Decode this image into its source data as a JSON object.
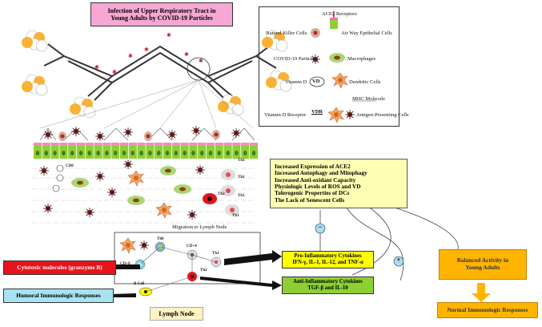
{
  "title_box": {
    "line1": "Infection of Upper Respiratory Tract in",
    "line2": "Young Adults by COVID-19 Particles"
  },
  "legend": {
    "ace2": "ACE2 Receptors",
    "nk": "Natural Killer Cells",
    "airway": "Air Way Epithelial Cells",
    "covid": "COVID-19 Particle",
    "macrophages": "Macrophages",
    "vitd": "Vitamin D",
    "vd_badge": "VD",
    "dendritic": "Dendritic Cells",
    "mhc": "MHC Molecule",
    "vdr_label": "Vitamin D Receptor",
    "vdr_badge": "VDR",
    "apc": "Antigen-Presenting Cells"
  },
  "tissue_labels": {
    "th1_a": "Th1",
    "th1_b": "Th1",
    "th1_c": "Th1",
    "th1_d": "Th1",
    "th2": "Th2",
    "cd8": "CD8",
    "migration": "Migration to Lymph Node"
  },
  "lymph": {
    "th0": "Th0",
    "cd4": "CD+4",
    "cd8": "CD+8",
    "th1": "Th1",
    "th2": "Th2",
    "bcell": "B Cell",
    "label": "Lymph Node"
  },
  "factors": [
    "Increased Expression of ACE2",
    "Increased Autophagy and Mitophagy",
    "Increased Anti-oxidant Capacity",
    "Physiologic Levels of ROS and VD",
    "Tolerogenic Properties of DCs",
    "The Lack of Senescent Cells"
  ],
  "signs": {
    "minus": "−",
    "plus": "+"
  },
  "pro": {
    "line1": "Pro-Inflammatory Cytokines",
    "line2": "IFN-γ, IL-1, IL-12, and TNF-α"
  },
  "anti": {
    "line1": "Anti-Inflammatory Cytokines",
    "line2": "TGF-β and IL-10"
  },
  "cytotoxic": "Cytotoxic molecules (granzyme B)",
  "humoral": "Humoral Immunologic Responses",
  "balanced": {
    "line1": "Balanced Activity in",
    "line2": "Young Adults"
  },
  "normal": "Normal Immunologic Responses",
  "colors": {
    "pink": "#f7a7d3",
    "yellow_light": "#ffffb3",
    "yellow": "#ffff00",
    "green": "#8ecf34",
    "red": "#e8131b",
    "cyan": "#a7e4f2",
    "orange": "#ffb400",
    "virus": "#d7191f"
  }
}
